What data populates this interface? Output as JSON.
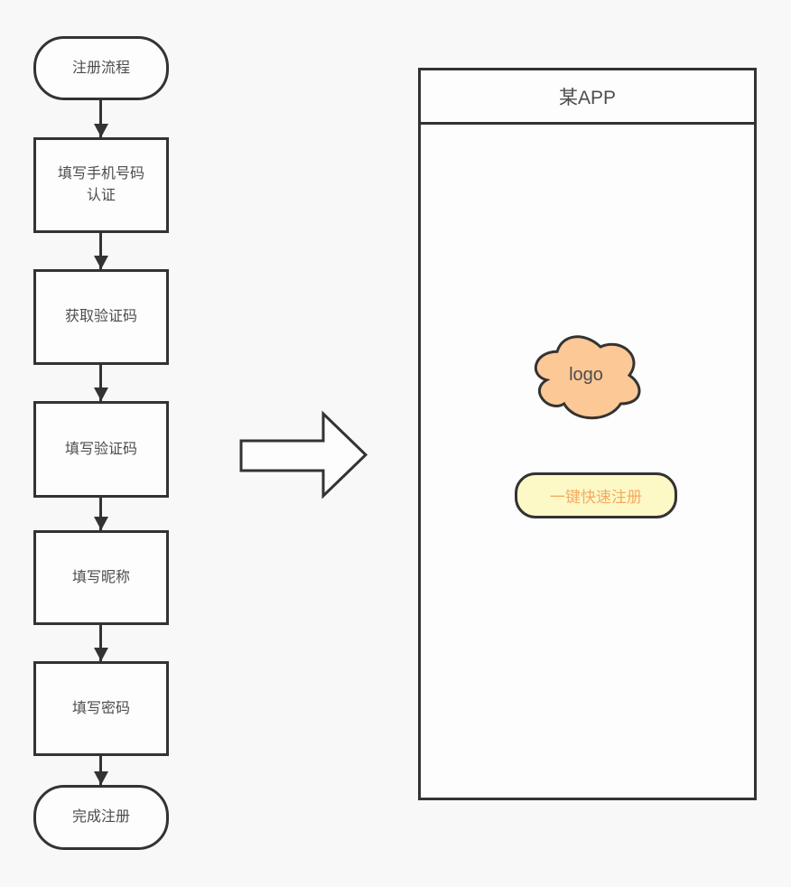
{
  "colors": {
    "stroke": "#333333",
    "node_fill": "#fdfdfd",
    "canvas_bg": "#f8f8f8",
    "text": "#4d4d4d",
    "cloud_fill": "#fbc896",
    "button_fill": "#fdf9c6",
    "button_text": "#f5a962"
  },
  "flowchart": {
    "nodes": [
      {
        "id": "start",
        "type": "terminal",
        "label": "注册流程"
      },
      {
        "id": "fill-phone",
        "type": "process",
        "label": "填写手机号码\n认证"
      },
      {
        "id": "get-code",
        "type": "process",
        "label": "获取验证码"
      },
      {
        "id": "fill-code",
        "type": "process",
        "label": "填写验证码"
      },
      {
        "id": "fill-nickname",
        "type": "process",
        "label": "填写昵称"
      },
      {
        "id": "fill-password",
        "type": "process",
        "label": "填写密码"
      },
      {
        "id": "end",
        "type": "terminal",
        "label": "完成注册"
      }
    ]
  },
  "app": {
    "title": "某APP",
    "logo_label": "logo",
    "register_button": "一键快速注册"
  }
}
